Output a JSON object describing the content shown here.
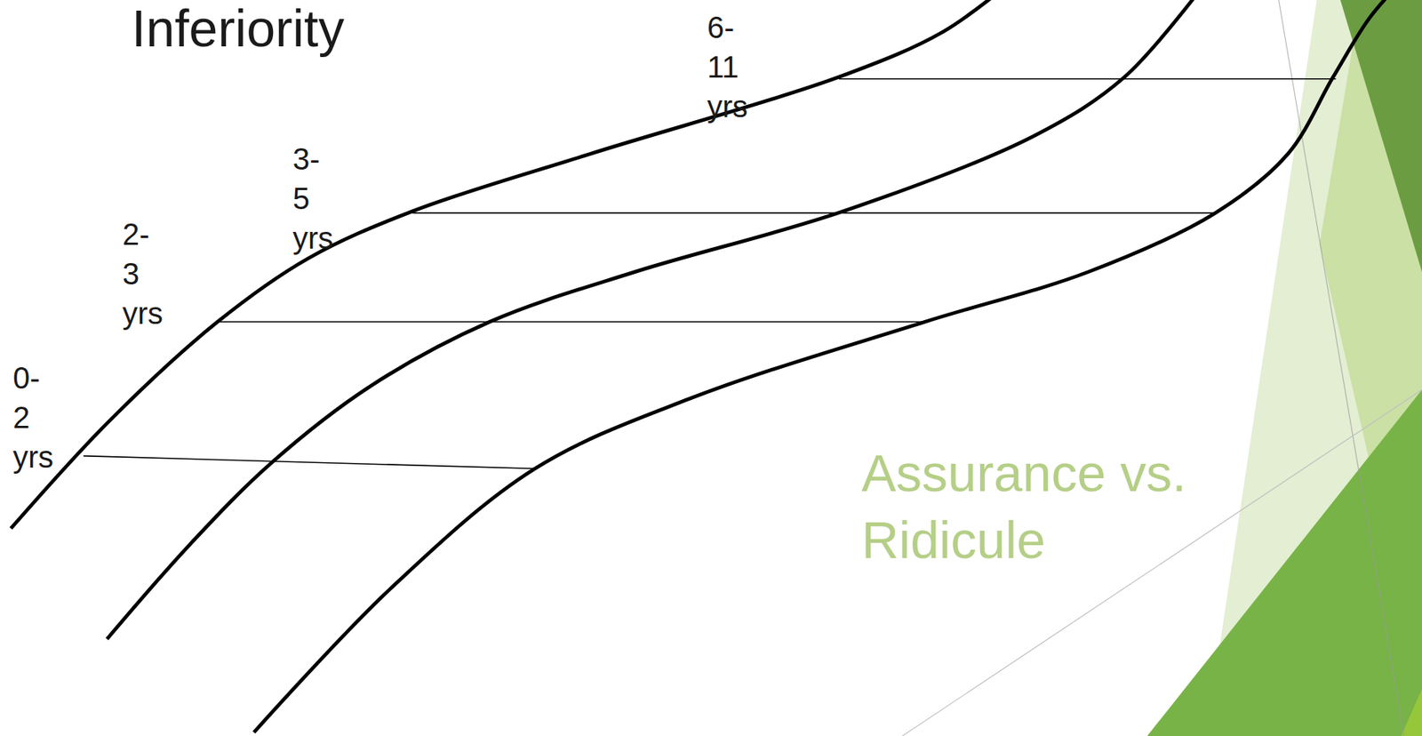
{
  "diagram": {
    "labels": [
      "Inferiority",
      "6-11 yrs",
      "3-5 yrs",
      "2-3 yrs",
      "0-2 yrs",
      "Assurance vs. Ridicule"
    ]
  }
}
